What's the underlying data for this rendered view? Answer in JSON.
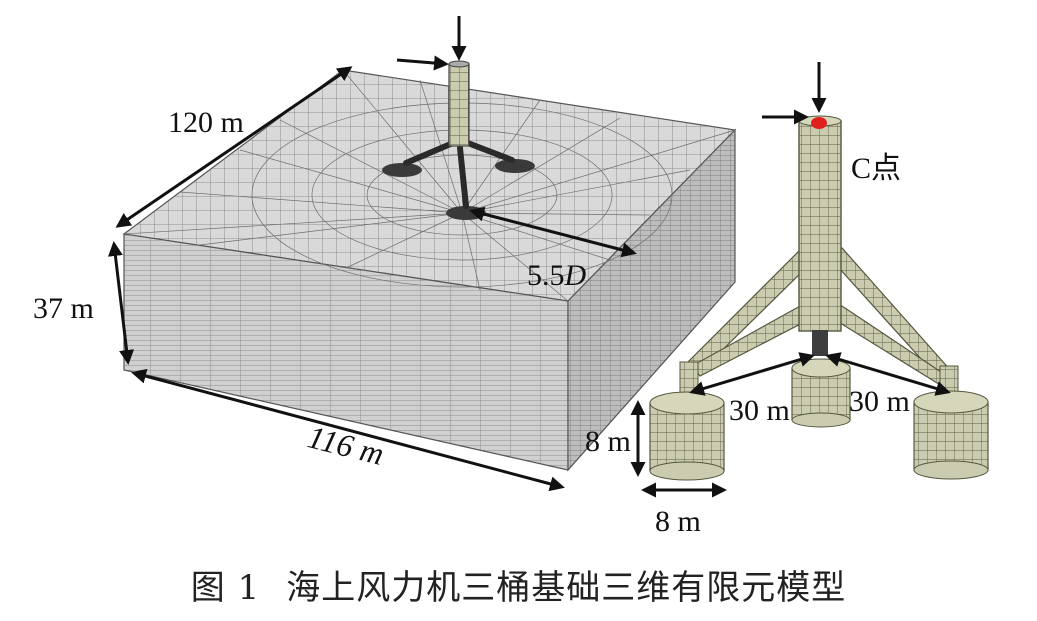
{
  "labels": {
    "block_width": "120 m",
    "block_height": "37 m",
    "block_depth": "116 m",
    "spacing": "5.5",
    "spacing_unit": "D",
    "point_c": "C点",
    "bucket_spacing_left": "30 m",
    "bucket_spacing_right": "30 m",
    "bucket_height": "8 m",
    "bucket_diameter": "8 m"
  },
  "caption": {
    "number": "图 1",
    "title": "海上风力机三桶基础三维有限元模型"
  },
  "colors": {
    "mesh_fill": "#d4d4d4",
    "mesh_line": "#6e6e6e",
    "structure_fill": "#c9c9ad",
    "structure_line": "#55573f",
    "arrow": "#111111",
    "point_c": "#e0201b"
  }
}
